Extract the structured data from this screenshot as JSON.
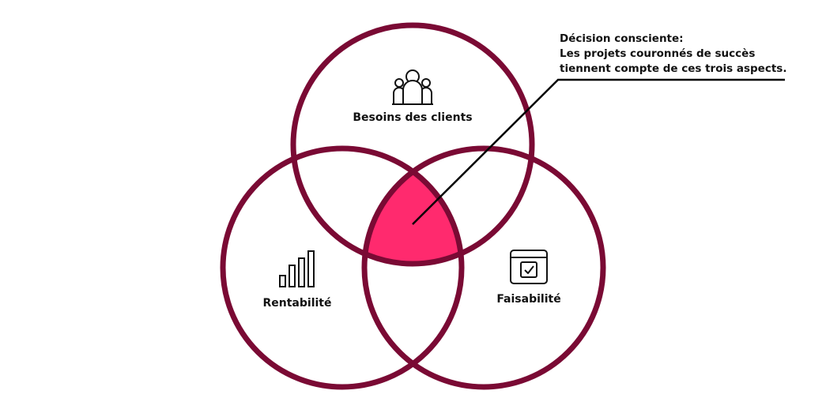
{
  "colors": {
    "circle_stroke": "#7a0a34",
    "intersection_fill": "#ff2a6e",
    "text": "#111111",
    "leader_line": "#000000"
  },
  "venn": {
    "sets": [
      {
        "id": "top",
        "label": "Besoins des clients",
        "icon": "people-group-icon"
      },
      {
        "id": "left",
        "label": "Rentabilité",
        "icon": "bar-chart-icon"
      },
      {
        "id": "right",
        "label": "Faisabilité",
        "icon": "calendar-check-icon"
      }
    ],
    "center_highlight": "intersection of all three sets"
  },
  "callout": {
    "line1": "Décision consciente:",
    "line2": "Les projets couronnés de succès",
    "line3": "tiennent compte de ces trois aspects."
  }
}
